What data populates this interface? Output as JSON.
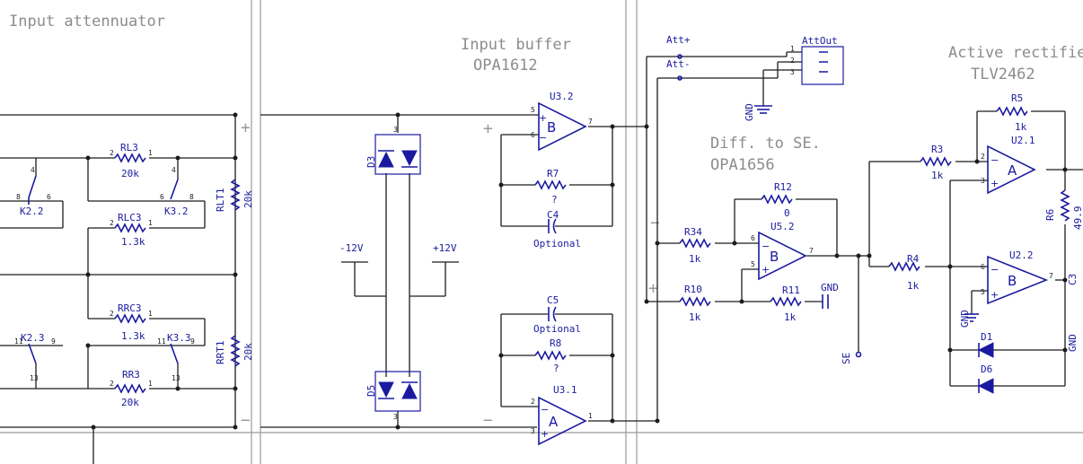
{
  "sections": {
    "attenuator": "Input attennuator",
    "buffer_title": "Input buffer",
    "buffer_chip": "OPA1612",
    "diff_title": "Diff. to SE.",
    "diff_chip": "OPA1656",
    "rect_title": "Active rectifie",
    "rect_chip": "TLV2462"
  },
  "resistors": {
    "RL3": {
      "ref": "RL3",
      "value": "20k"
    },
    "RLC3": {
      "ref": "RLC3",
      "value": "1.3k"
    },
    "RRC3": {
      "ref": "RRC3",
      "value": "1.3k"
    },
    "RR3": {
      "ref": "RR3",
      "value": "20k"
    },
    "RLT1": {
      "ref": "RLT1",
      "value": "20k"
    },
    "RRT1": {
      "ref": "RRT1",
      "value": "20k"
    },
    "R7": {
      "ref": "R7",
      "value": "?"
    },
    "R8": {
      "ref": "R8",
      "value": "?"
    },
    "R12": {
      "ref": "R12",
      "value": "0"
    },
    "R34": {
      "ref": "R34",
      "value": "1k"
    },
    "R10": {
      "ref": "R10",
      "value": "1k"
    },
    "R11": {
      "ref": "R11",
      "value": "1k"
    },
    "R3": {
      "ref": "R3",
      "value": "1k"
    },
    "R4": {
      "ref": "R4",
      "value": "1k"
    },
    "R5": {
      "ref": "R5",
      "value": "1k"
    },
    "R6": {
      "ref": "R6",
      "value": "49.9"
    }
  },
  "capacitors": {
    "C4": {
      "ref": "C4",
      "value": "Optional"
    },
    "C5": {
      "ref": "C5",
      "value": "Optional"
    },
    "C3": {
      "ref": "C3"
    }
  },
  "relays": {
    "K22": "K2.2",
    "K32": "K3.2",
    "K23": "K2.3",
    "K33": "K3.3"
  },
  "diodes": {
    "D3": "D3",
    "D5": "D5",
    "D1": "D1",
    "D6": "D6"
  },
  "opamps": {
    "U32": {
      "ref": "U3.2",
      "unit": "B"
    },
    "U31": {
      "ref": "U3.1",
      "unit": "A"
    },
    "U52": {
      "ref": "U5.2",
      "unit": "B"
    },
    "U21": {
      "ref": "U2.1",
      "unit": "A"
    },
    "U22": {
      "ref": "U2.2",
      "unit": "B"
    }
  },
  "nets": {
    "minus12": "-12V",
    "plus12": "+12V",
    "gnd": "GND",
    "att_plus": "Att+",
    "att_minus": "Att-",
    "att_out": "AttOut",
    "se": "SE"
  },
  "signs": {
    "plus": "+",
    "minus": "−"
  }
}
